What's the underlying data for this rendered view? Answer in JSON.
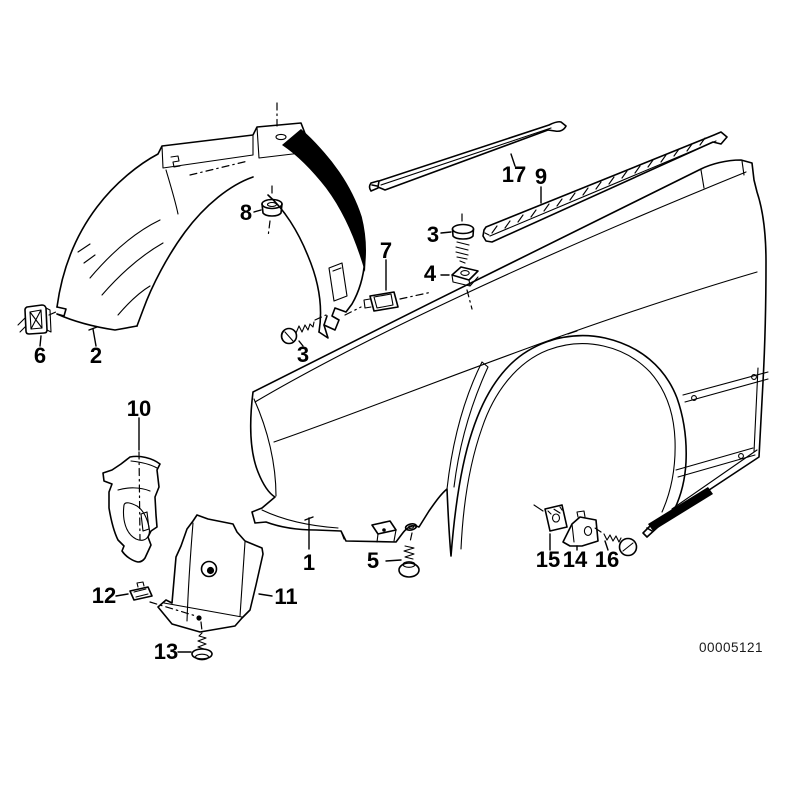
{
  "diagram": {
    "description": "exploded parts diagram of a front fender / side panel with fasteners",
    "drawing_number": "00005121",
    "colors": {
      "background": "#ffffff",
      "line": "#000000"
    },
    "callouts": {
      "c1": {
        "label": "1"
      },
      "c2": {
        "label": "2"
      },
      "c3a": {
        "label": "3"
      },
      "c3b": {
        "label": "3"
      },
      "c4": {
        "label": "4"
      },
      "c5": {
        "label": "5"
      },
      "c6": {
        "label": "6"
      },
      "c7": {
        "label": "7"
      },
      "c8": {
        "label": "8"
      },
      "c9": {
        "label": "9"
      },
      "c10": {
        "label": "10"
      },
      "c11": {
        "label": "11"
      },
      "c12": {
        "label": "12"
      },
      "c13": {
        "label": "13"
      },
      "c14": {
        "label": "14"
      },
      "c15": {
        "label": "15"
      },
      "c16": {
        "label": "16"
      },
      "c17": {
        "label": "17"
      }
    }
  }
}
